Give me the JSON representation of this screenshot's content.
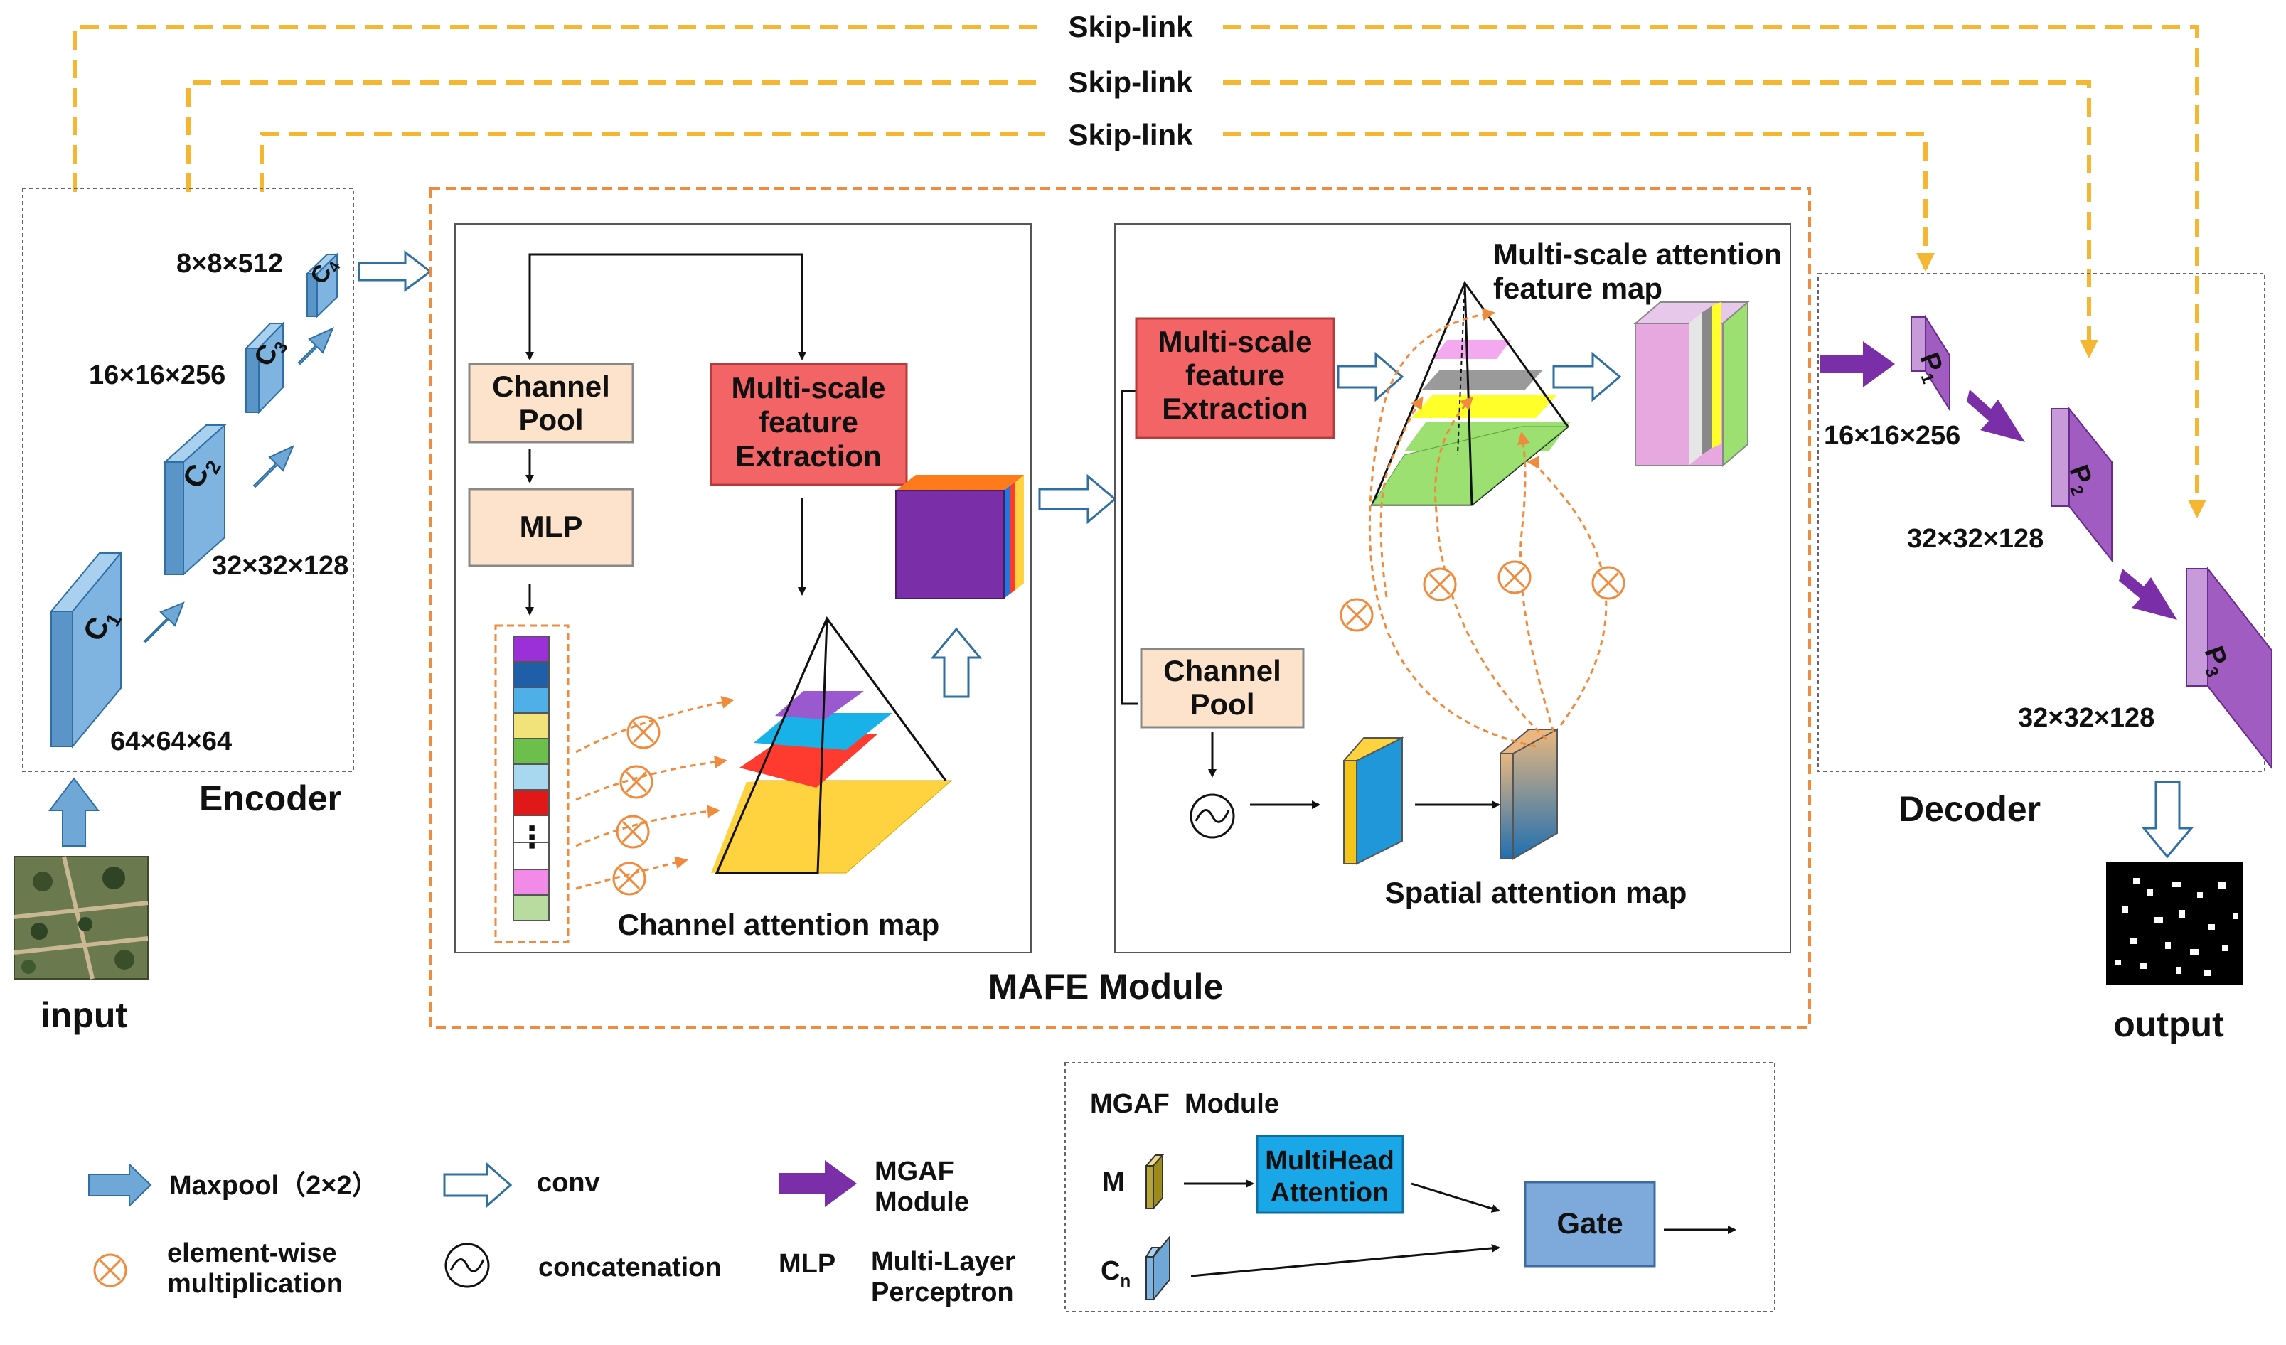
{
  "skip_links": [
    "Skip-link",
    "Skip-link",
    "Skip-link"
  ],
  "encoder": {
    "title": "Encoder",
    "blocks": [
      {
        "label": "C",
        "sub": "1",
        "dims": "64×64×64"
      },
      {
        "label": "C",
        "sub": "2",
        "dims": "32×32×128"
      },
      {
        "label": "C",
        "sub": "3",
        "dims": "16×16×256"
      },
      {
        "label": "C",
        "sub": "4",
        "dims": "8×8×512"
      }
    ]
  },
  "input_label": "input",
  "output_label": "output",
  "mafe": {
    "title": "MAFE Module",
    "left_panel": {
      "channel_pool_l1": "Channel",
      "channel_pool_l2": "Pool",
      "mlp": "MLP",
      "msfe_l1": "Multi-scale",
      "msfe_l2": "feature",
      "msfe_l3": "Extraction",
      "caption": "Channel attention map",
      "vector_colors": [
        "#9b30d9",
        "#1f5fa8",
        "#4fb0e8",
        "#f2e27a",
        "#6cbf4a",
        "#a8d8f0",
        "#e01818",
        "#ffffff",
        "#ffffff",
        "#f28ae8",
        "#b8dca0"
      ],
      "vector_dots": "⋮"
    },
    "right_panel": {
      "msfe_l1": "Multi-scale",
      "msfe_l2": "feature",
      "msfe_l3": "Extraction",
      "channel_pool_l1": "Channel",
      "channel_pool_l2": "Pool",
      "msa_l1": "Multi-scale attention",
      "msa_l2": "feature map",
      "caption": "Spatial attention map"
    }
  },
  "decoder": {
    "title": "Decoder",
    "blocks": [
      {
        "label": "P",
        "sub": "1",
        "dims": "16×16×256"
      },
      {
        "label": "P",
        "sub": "2",
        "dims": "32×32×128"
      },
      {
        "label": "P",
        "sub": "3",
        "dims": "32×32×128"
      }
    ]
  },
  "legend": {
    "maxpool": "Maxpool（2×2）",
    "conv": "conv",
    "mgaf_l1": "MGAF",
    "mgaf_l2": "Module",
    "ewm_l1": "element-wise",
    "ewm_l2": "multiplication",
    "concat": "concatenation",
    "mlp_abbr": "MLP",
    "mlp_l1": "Multi-Layer",
    "mlp_l2": "Perceptron"
  },
  "mgaf": {
    "title": "MGAF  Module",
    "m_label": "M",
    "cn_label": "C",
    "cn_sub": "n",
    "mha_l1": "MultiHead",
    "mha_l2": "Attention",
    "gate": "Gate"
  },
  "colors": {
    "skip_link": "#f5b731",
    "orange": "#f08a3c",
    "encoder_blue": "#6fa8d6",
    "decoder_purple": "#a05cc0",
    "msfe_red": "#f26465",
    "pool_peach": "#fde3cc",
    "gate_blue": "#7eaadb",
    "mha_cyan": "#1aa7e8"
  }
}
